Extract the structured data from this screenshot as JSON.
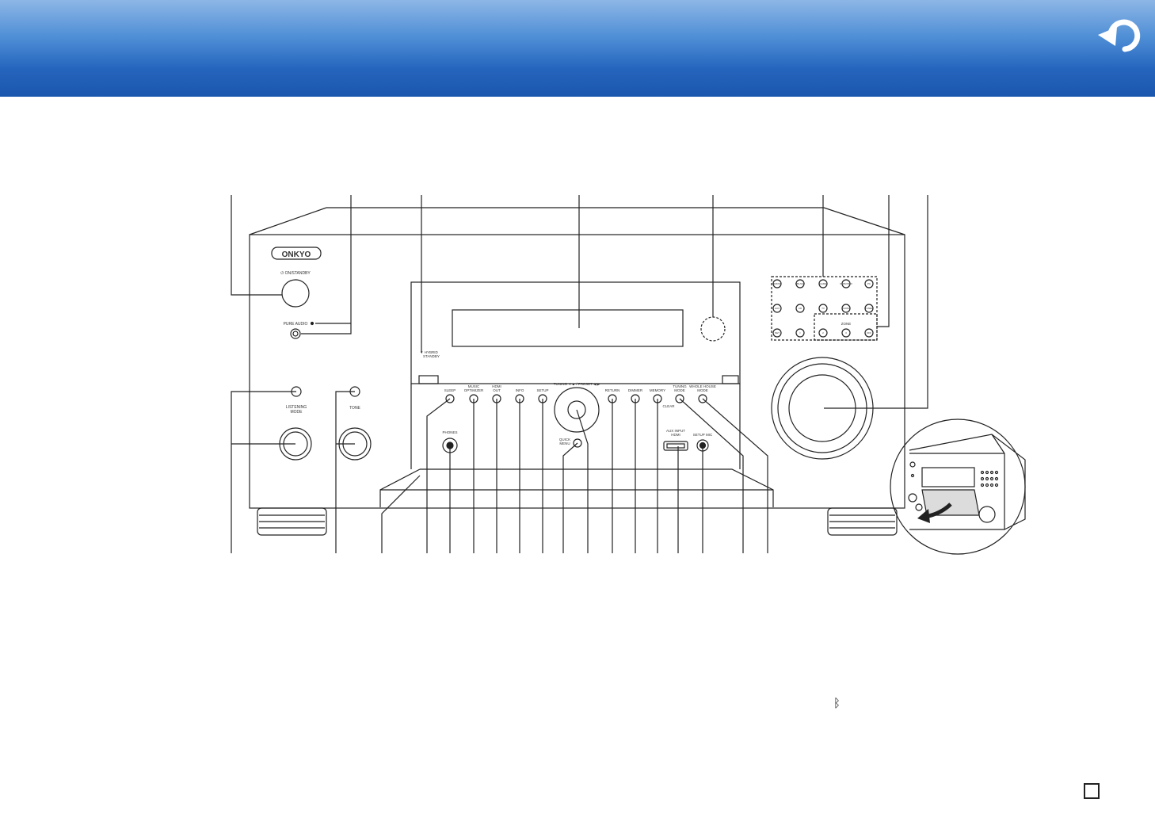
{
  "header": {
    "back_button_icon": "return-arrow-icon"
  },
  "receiver": {
    "brand": "ONKYO",
    "power_label": "⏻ ON/STANDBY",
    "pure_audio_label": "PURE AUDIO",
    "hybrid_standby_label": "▼ HYBRID",
    "hybrid_standby_label2": "STANDBY",
    "listening_mode_label": "LISTENING",
    "listening_mode_label2": "MODE",
    "tone_label": "TONE",
    "buttons": {
      "sleep": "SLEEP",
      "music_optimizer_1": "MUSIC",
      "music_optimizer_2": "OPTIMIZER",
      "hdmi_out_1": "HDMI",
      "hdmi_out_2": "OUT",
      "info": "INFO",
      "setup": "SETUP",
      "return": "RETURN",
      "dimmer": "DIMMER",
      "memory": "MEMORY",
      "tuning_mode_1": "TUNING",
      "tuning_mode_2": "MODE",
      "whole_house_1": "WHOLE HOUSE",
      "whole_house_2": "MODE"
    },
    "tuning_label": "TUNING ▼▲ / PRESET ◀ ▶",
    "quick_menu_1": "QUICK",
    "quick_menu_2": "MENU",
    "clear_label": "CLEAR",
    "phones_label": "PHONES",
    "aux_input_1": "AUX INPUT",
    "aux_input_2": "HDMI",
    "setup_mic_label": "SETUP MIC",
    "zone_label": "ZONE",
    "input_buttons": [
      "BD/DVD",
      "CBL/SAT",
      "GAME",
      "STRM BOX",
      "PC",
      "AUX",
      "CD",
      "TV",
      "PHONO",
      "TUNER",
      "NET",
      "ᛒ",
      "2",
      "3",
      "OFF"
    ]
  },
  "footer": {
    "bluetooth_glyph": "ᛒ",
    "page_icon": "page-box-icon"
  },
  "colors": {
    "header_top": "#8db6e6",
    "header_bottom": "#1b56ad",
    "line": "#222222"
  }
}
